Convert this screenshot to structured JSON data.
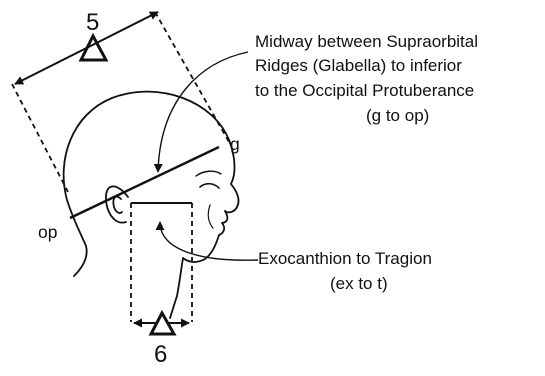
{
  "measurement_top": {
    "number": "5",
    "symbol": "△"
  },
  "measurement_bottom": {
    "number": "6",
    "symbol": "△"
  },
  "labels": {
    "g": "g",
    "op": "op"
  },
  "annotation_top": {
    "lines": [
      "Midway between Supraorbital",
      "Ridges (Glabella) to inferior",
      "to the Occipital Protuberance",
      "(g to op)"
    ]
  },
  "annotation_bottom": {
    "lines": [
      "Exocanthion to Tragion",
      "(ex to t)"
    ]
  },
  "colors": {
    "ink": "#111111",
    "background": "#ffffff"
  }
}
